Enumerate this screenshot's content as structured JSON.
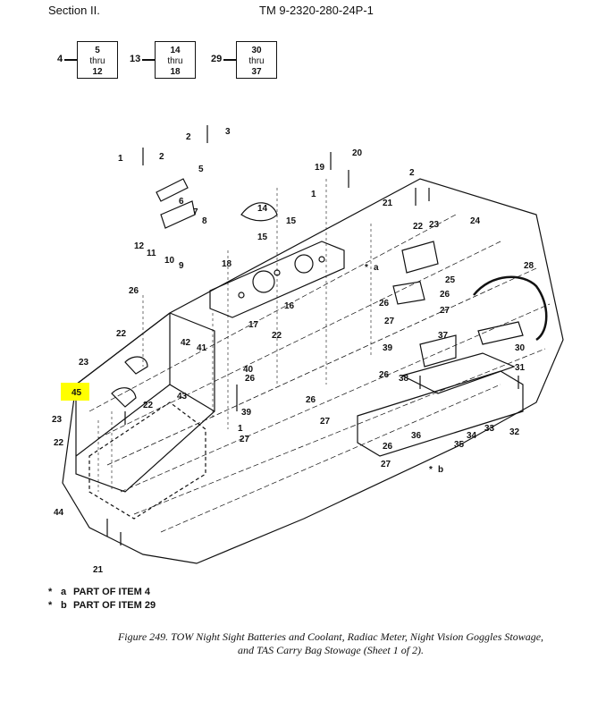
{
  "header": {
    "section": "Section II.",
    "manual": "TM 9-2320-280-24P-1"
  },
  "ref_boxes": [
    {
      "lead": "4",
      "top": "5",
      "mid": "thru",
      "bottom": "12"
    },
    {
      "lead": "13",
      "top": "14",
      "mid": "thru",
      "bottom": "18"
    },
    {
      "lead": "29",
      "top": "30",
      "mid": "thru",
      "bottom": "37"
    }
  ],
  "callouts": {
    "c2a": "2",
    "c3": "3",
    "c1a": "1",
    "c2b": "2",
    "c5": "5",
    "c6": "6",
    "c7": "7",
    "c8": "8",
    "c12": "12",
    "c11": "11",
    "c10": "10",
    "c9": "9",
    "c26a": "26",
    "c14": "14",
    "c15a": "15",
    "c15b": "15",
    "c18": "18",
    "c16": "16",
    "c17": "17",
    "c19": "19",
    "c20": "20",
    "c1b": "1",
    "c2c": "2",
    "c21a": "21",
    "c22a": "22",
    "c23a": "23",
    "c24": "24",
    "ca": "a",
    "c25": "25",
    "c26b": "26",
    "c26c": "26",
    "c27a": "27",
    "c27b": "27",
    "c28": "28",
    "c22b": "22",
    "c23b": "23",
    "c42": "42",
    "c41": "41",
    "c22c": "22",
    "c40": "40",
    "c26d": "26",
    "c43": "43",
    "c45": "45",
    "c22d": "22",
    "c23c": "23",
    "c22e": "22",
    "c39a": "39",
    "c1c": "1",
    "c27c": "27",
    "c39b": "39",
    "c26e": "26",
    "c26f": "26",
    "c27d": "27",
    "c37": "37",
    "c30": "30",
    "c38": "38",
    "c31": "31",
    "c33": "33",
    "c34": "34",
    "c32": "32",
    "c36": "36",
    "c35": "35",
    "c26g": "26",
    "c27e": "27",
    "cb": "b",
    "c44": "44",
    "c21b": "21"
  },
  "notes": [
    {
      "star": "*",
      "letter": "a",
      "text": "PART OF ITEM  4"
    },
    {
      "star": "*",
      "letter": "b",
      "text": "PART OF ITEM 29"
    }
  ],
  "caption": {
    "line1": "Figure 249.  TOW Night Sight Batteries and Coolant, Radiac Meter, Night Vision Goggles Stowage,",
    "line2": "and TAS Carry Bag Stowage (Sheet 1 of 2)."
  },
  "colors": {
    "highlight": "#ffff00",
    "ink": "#111111"
  }
}
